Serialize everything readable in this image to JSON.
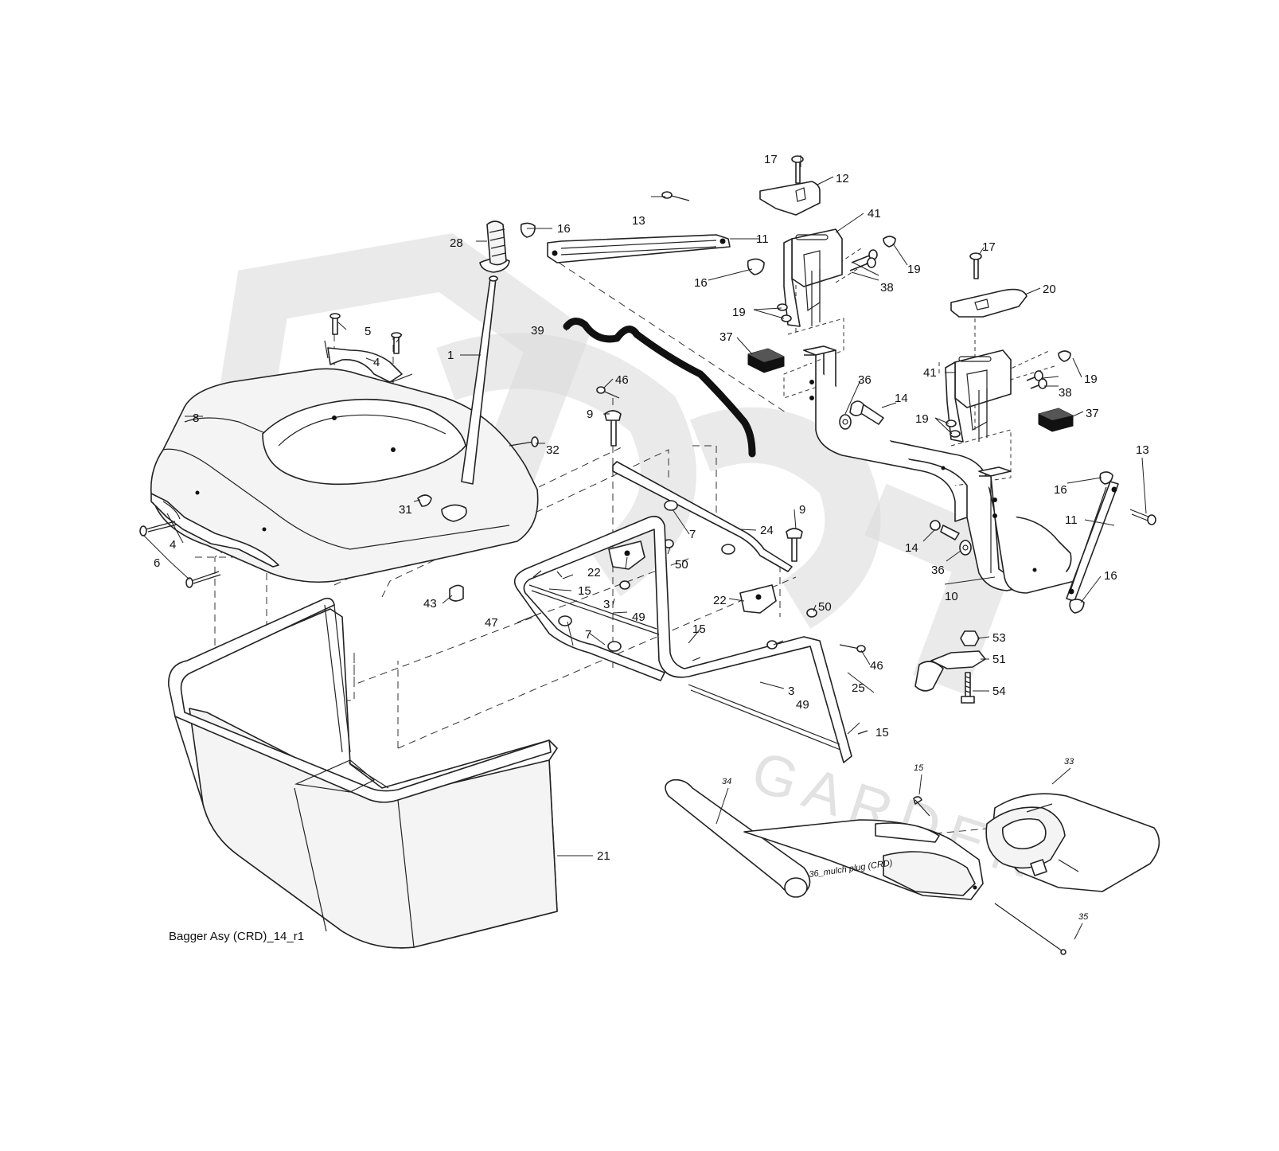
{
  "caption": "Bagger Asy (CRD)_14_r1",
  "callouts": {
    "c1": "1",
    "c3a": "3",
    "c3b": "3",
    "c4a": "4",
    "c4b": "4",
    "c5": "5",
    "c6": "6",
    "c7a": "7",
    "c7b": "7",
    "c8": "8",
    "c9a": "9",
    "c9b": "9",
    "c10": "10",
    "c11a": "11",
    "c11b": "11",
    "c12": "12",
    "c13a": "13",
    "c13b": "13",
    "c14a": "14",
    "c14b": "14",
    "c15a": "15",
    "c15b": "15",
    "c15c": "15",
    "c15d": "15",
    "c16a": "16",
    "c16b": "16",
    "c16c": "16",
    "c16d": "16",
    "c17a": "17",
    "c17b": "17",
    "c19a": "19",
    "c19b": "19",
    "c19c": "19",
    "c19d": "19",
    "c20": "20",
    "c21": "21",
    "c22a": "22",
    "c22b": "22",
    "c24": "24",
    "c25": "25",
    "c28": "28",
    "c31": "31",
    "c32": "32",
    "c33": "33",
    "c34": "34",
    "c35": "35",
    "c36a": "36",
    "c36b": "36",
    "c37a": "37",
    "c37b": "37",
    "c38a": "38",
    "c38b": "38",
    "c39": "39",
    "c41a": "41",
    "c41b": "41",
    "c43": "43",
    "c46a": "46",
    "c46b": "46",
    "c47": "47",
    "c49a": "49",
    "c49b": "49",
    "c50a": "50",
    "c50b": "50",
    "c51": "51",
    "c53": "53",
    "c54": "54",
    "mulch": "36_mulch plug (CRD)"
  }
}
